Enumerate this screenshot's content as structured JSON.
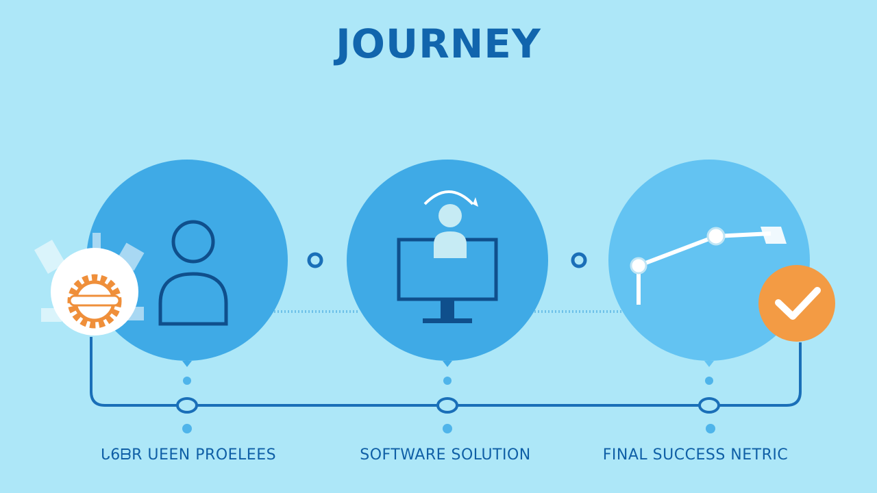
{
  "title": "JOURNEY",
  "stages": [
    {
      "label": "ᒐ6ᗷR UEEN PROELEES",
      "icon": "user-icon"
    },
    {
      "label": "SOFTWARE SOLUTION",
      "icon": "computer-user-icon"
    },
    {
      "label": "FINAL SUCCESS NETRIC",
      "icon": "growth-chart-icon"
    }
  ],
  "badges": {
    "start": "gear-icon",
    "end": "checkmark-icon"
  },
  "colors": {
    "background": "#ade7f8",
    "circle_dark": "#3faae6",
    "circle_light": "#63c3f2",
    "line": "#1a6fb8",
    "accent": "#f39b44"
  }
}
